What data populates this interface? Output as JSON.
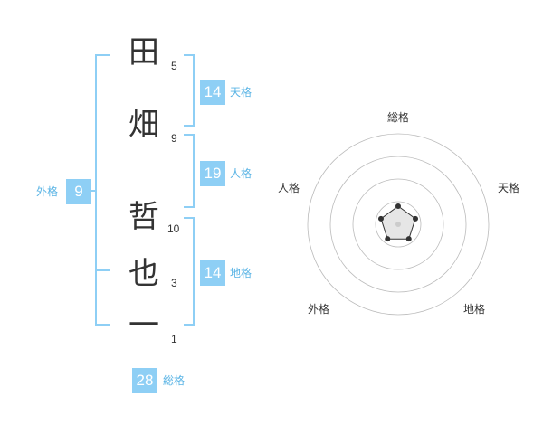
{
  "colors": {
    "accent": "#8ecff5",
    "label": "#5ab4e5",
    "text": "#333333",
    "ring": "#bbbbbb",
    "poly_fill": "#e6e6e6"
  },
  "name": {
    "characters": [
      {
        "char": "田",
        "strokes": "5"
      },
      {
        "char": "畑",
        "strokes": "9"
      },
      {
        "char": "哲",
        "strokes": "10"
      },
      {
        "char": "也",
        "strokes": "3"
      },
      {
        "char": "一",
        "strokes": "1"
      }
    ]
  },
  "kaku": {
    "tenkaku": {
      "value": "14",
      "label": "天格"
    },
    "jinkaku": {
      "value": "19",
      "label": "人格"
    },
    "chikaku": {
      "value": "14",
      "label": "地格"
    },
    "gaikaku": {
      "value": "9",
      "label": "外格"
    },
    "soukaku": {
      "value": "28",
      "label": "総格"
    }
  },
  "chart_data": {
    "type": "radar",
    "axes": [
      "総格",
      "天格",
      "地格",
      "外格",
      "人格"
    ],
    "values": [
      0.2,
      0.2,
      0.2,
      0.2,
      0.2
    ],
    "range": [
      0,
      1
    ],
    "rings": 4
  }
}
